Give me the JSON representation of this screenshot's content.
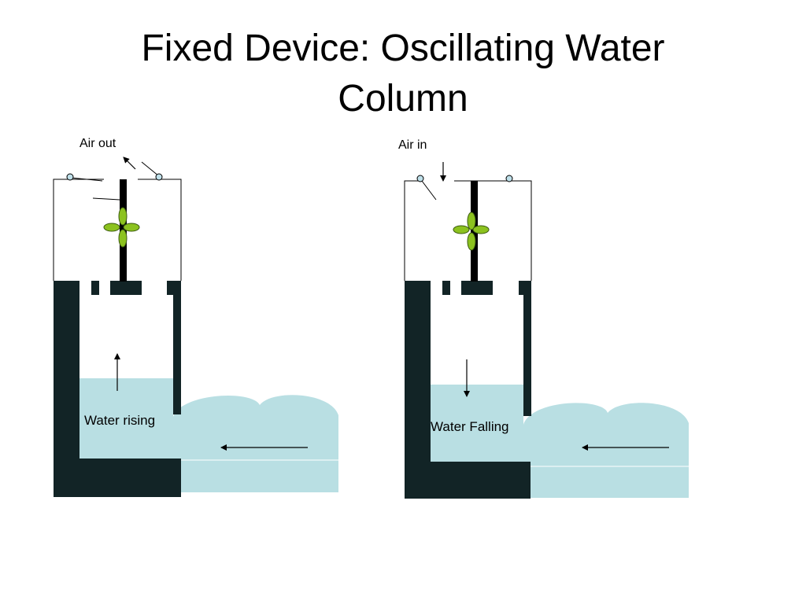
{
  "slide": {
    "title_line1": "Fixed Device: Oscillating Water",
    "title_line2": "Column"
  },
  "left_diagram": {
    "airflow_label": "Air out",
    "water_label": "Water rising"
  },
  "right_diagram": {
    "airflow_label": "Air in",
    "water_label": "Water Falling"
  },
  "colors": {
    "wall": "#122426",
    "water": "#b9dfe3",
    "turbine": "#8cc21f",
    "valve": "#bfe0ea"
  }
}
